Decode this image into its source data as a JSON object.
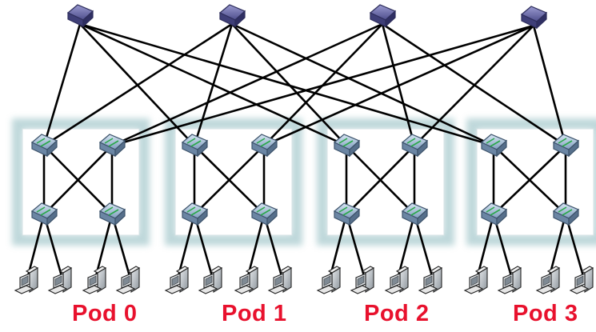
{
  "pods": [
    {
      "label": "Pod 0"
    },
    {
      "label": "Pod 1"
    },
    {
      "label": "Pod 2"
    },
    {
      "label": "Pod 3"
    }
  ],
  "colors": {
    "pod_label": "#e8112d",
    "core_switch": "#6f6fae",
    "pod_switch": "#a9bfd8",
    "pod_box_glow": "#9cc3c7",
    "link": "#000000"
  },
  "icons": {
    "core": "core-switch-icon",
    "aggregation": "aggregation-switch-icon",
    "edge": "edge-switch-icon",
    "host": "host-computer-icon"
  }
}
